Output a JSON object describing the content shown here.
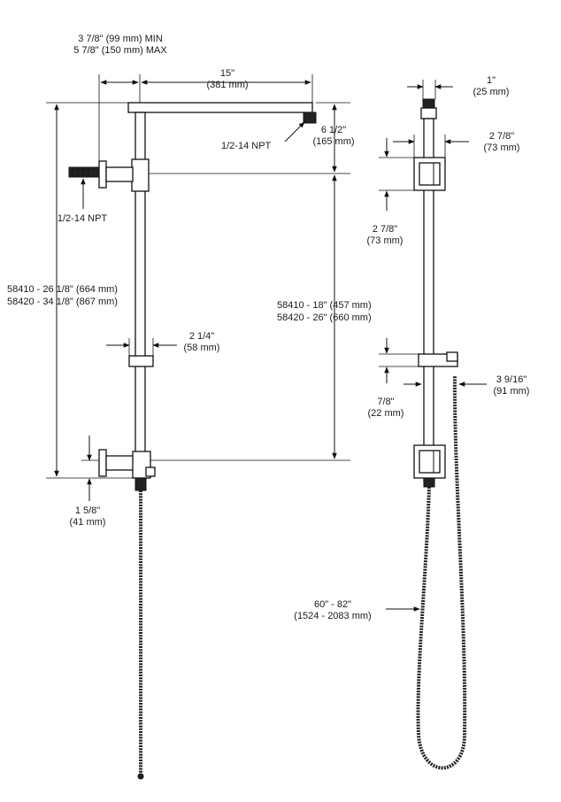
{
  "dimensions": {
    "arm_offset_min": "3 7/8\" (99 mm) MIN",
    "arm_offset_max": "5 7/8\" (150 mm) MAX",
    "arm_length_in": "15\"",
    "arm_length_mm": "(381 mm)",
    "npt_top": "1/2-14 NPT",
    "drop_in": "6 1/2\"",
    "drop_mm": "(165 mm)",
    "npt_inlet": "1/2-14 NPT",
    "overall_height_58410": "58410 - 26 1/8\" (664 mm)",
    "overall_height_58420": "58420 - 34 1/8\" (867 mm)",
    "center_distance_58410": "58410 - 18\" (457 mm)",
    "center_distance_58420": "58420 - 26\" (660 mm)",
    "slider_width_in": "2 1/4\"",
    "slider_width_mm": "(58 mm)",
    "bottom_offset_in": "1 5/8\"",
    "bottom_offset_mm": "(41 mm)",
    "pipe_dia_in": "1\"",
    "pipe_dia_mm": "(25 mm)",
    "bracket_width_in": "2 7/8\"",
    "bracket_width_mm": "(73 mm)",
    "bracket_height_in": "2 7/8\"",
    "bracket_height_mm": "(73 mm)",
    "holder_projection_in": "3 9/16\"",
    "holder_projection_mm": "(91 mm)",
    "holder_height_in": "7/8\"",
    "holder_height_mm": "(22 mm)",
    "hose_length_in": "60\" - 82\"",
    "hose_length_mm": "(1524 - 2083 mm)"
  }
}
